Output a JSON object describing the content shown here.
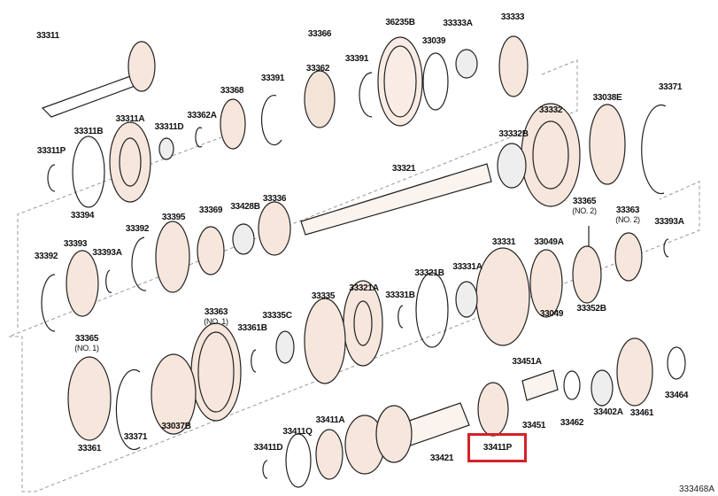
{
  "diagram": {
    "highlight_color": "#d42128",
    "highlighted_part": "33411P",
    "figure_code": "333468A",
    "labels": {
      "p33311": "33311",
      "p33366": "33366",
      "p36235B": "36235B",
      "p33333A": "33333A",
      "p33333": "33333",
      "p33039": "33039",
      "p33391a": "33391",
      "p33362": "33362",
      "p33391b": "33391",
      "p33368": "33368",
      "p33362A": "33362A",
      "p33311A": "33311A",
      "p33311D": "33311D",
      "p33311B": "33311B",
      "p33311P": "33311P",
      "p33371a": "33371",
      "p33038E": "33038E",
      "p33332": "33332",
      "p33332B": "33332B",
      "p33321": "33321",
      "p33365n2": "33365",
      "p33365n2sub": "(NO. 2)",
      "p33363n2": "33363",
      "p33363n2sub": "(NO. 2)",
      "p33393Aa": "33393A",
      "p33394": "33394",
      "p33392a": "33392",
      "p33395": "33395",
      "p33369": "33369",
      "p33428B": "33428B",
      "p33336": "33336",
      "p33393": "33393",
      "p33331": "33331",
      "p33049A": "33049A",
      "p33392b": "33392",
      "p33393Ab": "33393A",
      "p33321B": "33321B",
      "p33331A": "33331A",
      "p33321A": "33321A",
      "p33335": "33335",
      "p33331B": "33331B",
      "p33049": "33049",
      "p33352B": "33352B",
      "p33363n1": "33363",
      "p33363n1sub": "(NO. 1)",
      "p33335C": "33335C",
      "p33361B": "33361B",
      "p33365n1": "33365",
      "p33365n1sub": "(NO. 1)",
      "p33451A": "33451A",
      "p33464": "33464",
      "p33402A": "33402A",
      "p33461": "33461",
      "p33462": "33462",
      "p33451": "33451",
      "p33037B": "33037B",
      "p33371b": "33371",
      "p33361": "33361",
      "p33411A": "33411A",
      "p33411Q": "33411Q",
      "p33411D": "33411D",
      "p33421": "33421",
      "p33411P": "33411P"
    }
  }
}
